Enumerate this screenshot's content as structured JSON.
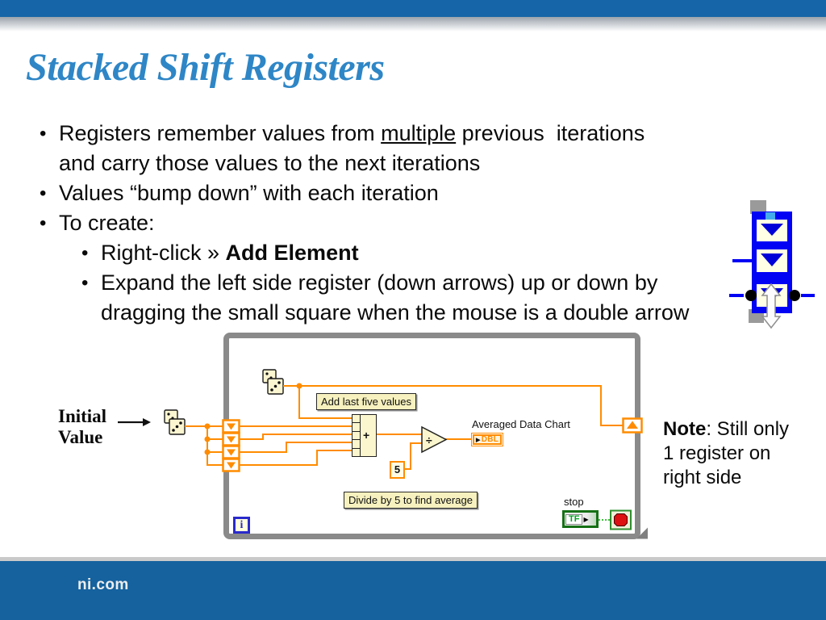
{
  "slide": {
    "title": "Stacked Shift Registers",
    "footer": "ni.com"
  },
  "bullets": [
    {
      "level": 1,
      "lines": [
        [
          {
            "t": "Registers remember values from "
          },
          {
            "t": "multiple",
            "u": true
          },
          {
            "t": " previous  iterations"
          }
        ],
        [
          {
            "t": "and carry those values to the next iterations"
          }
        ]
      ]
    },
    {
      "level": 1,
      "lines": [
        [
          {
            "t": "Values “bump down” with each iteration"
          }
        ]
      ]
    },
    {
      "level": 1,
      "lines": [
        [
          {
            "t": "To create:"
          }
        ]
      ]
    },
    {
      "level": 2,
      "lines": [
        [
          {
            "t": "Right-click » "
          },
          {
            "t": "Add Element",
            "b": true
          }
        ]
      ]
    },
    {
      "level": 2,
      "lines": [
        [
          {
            "t": "Expand the left side register (down arrows) up or down by"
          }
        ],
        [
          {
            "t": "dragging the small square when the mouse is a double arrow"
          }
        ]
      ]
    }
  ],
  "note": {
    "bold": "Note",
    "rest": ": Still only",
    "line2": "1 register on",
    "line3": "right side"
  },
  "diagram": {
    "initial_value": {
      "line1": "Initial",
      "line2": "Value"
    },
    "add_label": "Add last five values",
    "divide_label": "Divide by 5 to find average",
    "chart_label": "Averaged Data Chart",
    "stop_label": "stop",
    "tf": "TF",
    "dbl": "DBL",
    "constant_five": "5",
    "plus": "+",
    "divide_sign": "÷",
    "iteration": "i"
  },
  "colors": {
    "top_bar": "#1565A8",
    "footer_bar": "#15629E",
    "title": "#2E86C6",
    "wire_orange": "#FF8C00",
    "loop_border": "#8A8A8A",
    "node_bg": "#FBF6CD",
    "label_bg": "#F6F1BE",
    "red": "#DD1111",
    "terminal_blue": "#2A2ACC",
    "icon_blue": "#0202F5"
  }
}
